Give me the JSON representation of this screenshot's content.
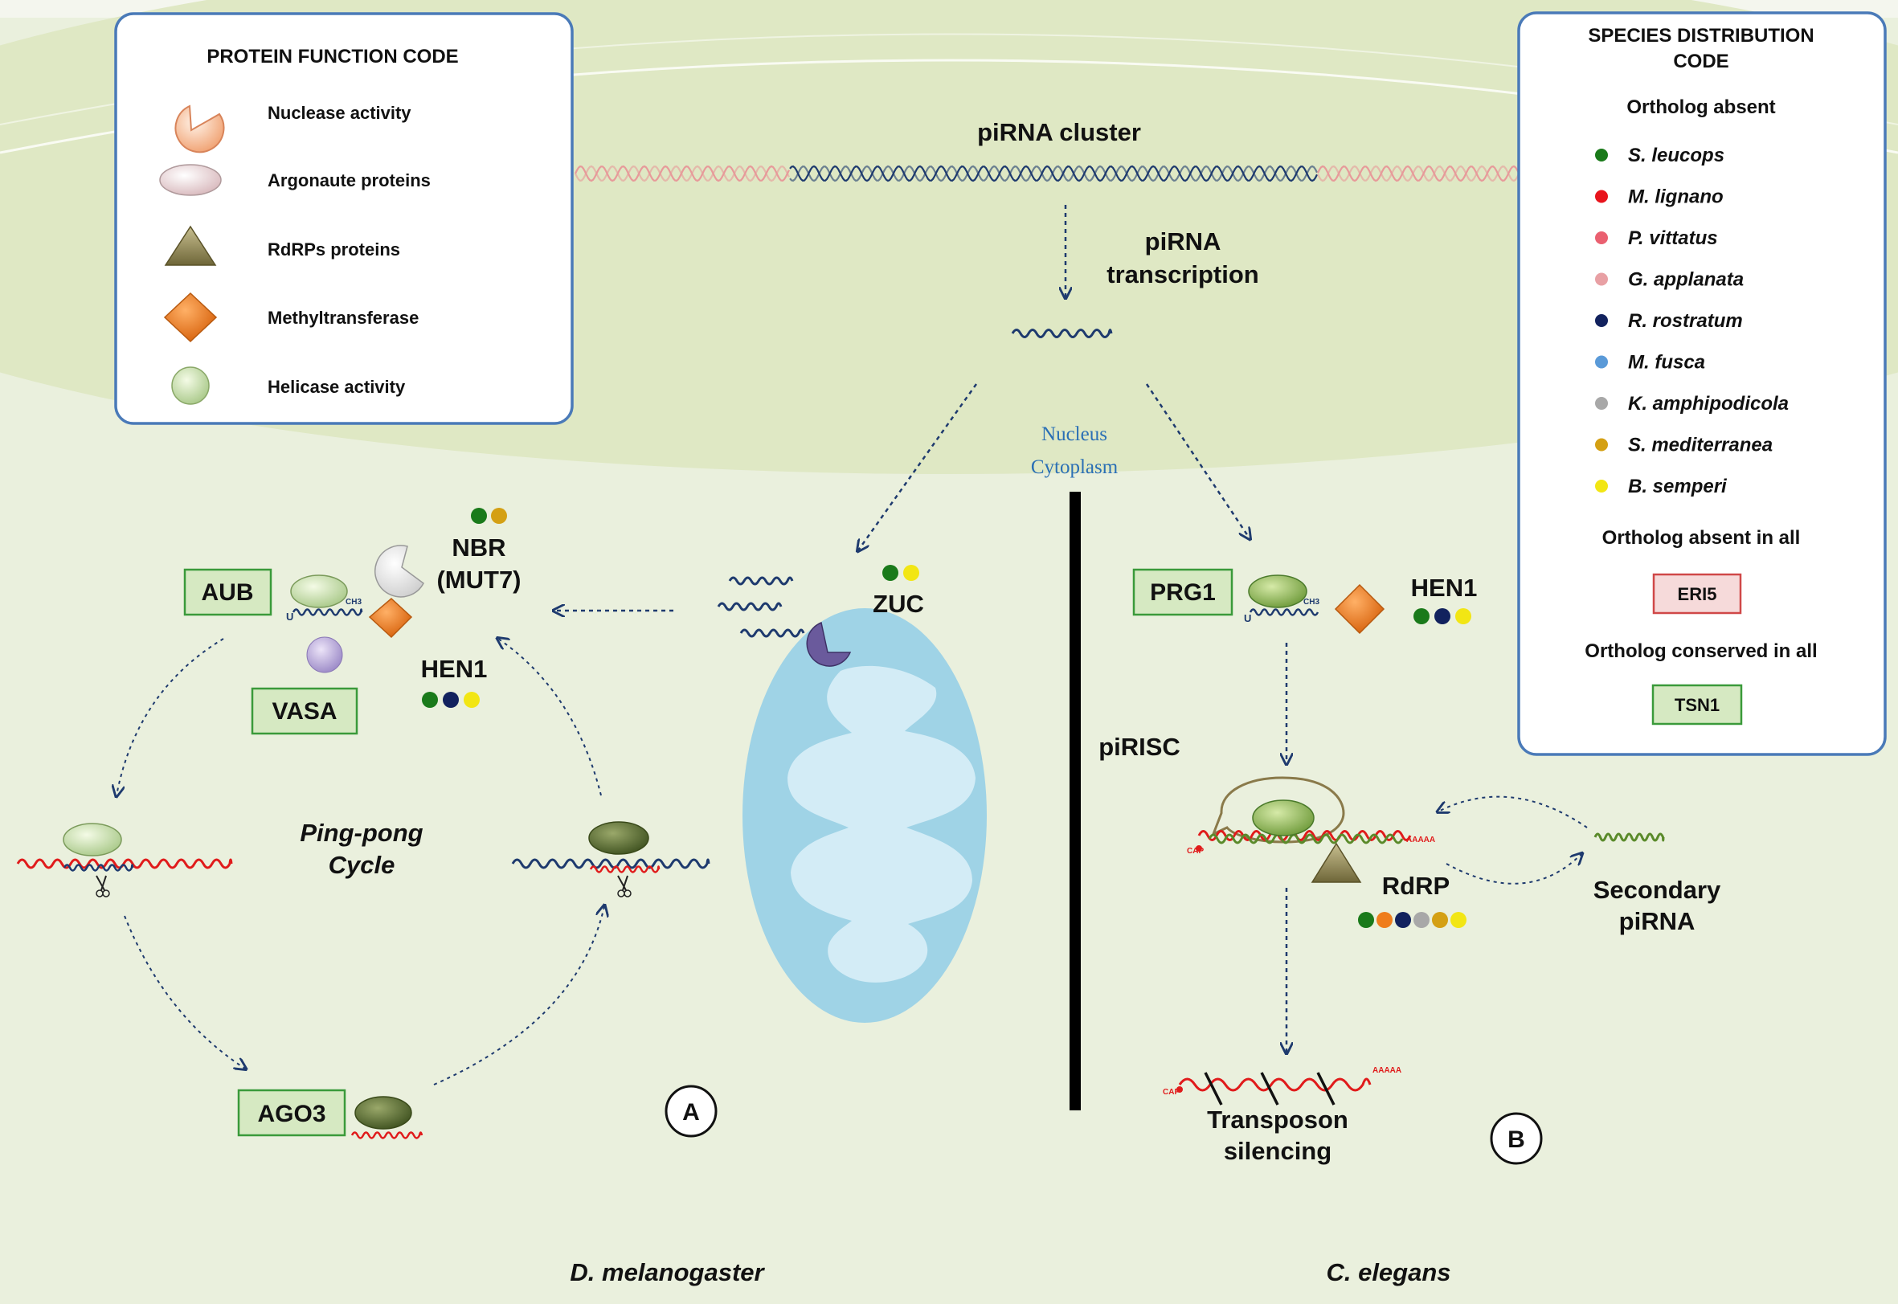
{
  "colors": {
    "nucleus": "#dfe8c4",
    "cytoplasm": "#e9efdc",
    "dna_blue": "#1e3a6e",
    "dna_pink": "#e79a9a",
    "rna_red": "#e01b1b",
    "box_fill": "#d6e9c2",
    "box_border": "#3a9a3a",
    "nuclease": "#f6c7a2",
    "argonaute": "#f0dede",
    "rdrp": "#8a8050",
    "methyltransferase": "#ef7d1c",
    "helicase": "#c9e0b0",
    "mito_outer": "#9fd3e6",
    "mito_inner": "#d3ecf6",
    "zuc": "#6a5a9c",
    "vasa": "#b6a6d6"
  },
  "protein_legend": {
    "title": "PROTEIN FUNCTION CODE",
    "items": [
      {
        "label": "Nuclease activity",
        "icon": "nuclease-icon"
      },
      {
        "label": "Argonaute proteins",
        "icon": "argonaute-icon"
      },
      {
        "label": "RdRPs proteins",
        "icon": "rdrp-icon"
      },
      {
        "label": "Methyltransferase",
        "icon": "methyltransferase-icon"
      },
      {
        "label": "Helicase activity",
        "icon": "helicase-icon"
      }
    ]
  },
  "species_legend": {
    "title_line1": "SPECIES DISTRIBUTION",
    "title_line2": "CODE",
    "absent_heading": "Ortholog absent",
    "species": [
      {
        "name": "S. leucops",
        "color": "#1a7a1a"
      },
      {
        "name": "M. lignano",
        "color": "#e8141c"
      },
      {
        "name": "P. vittatus",
        "color": "#ea6070"
      },
      {
        "name": "G. applanata",
        "color": "#e8a0a4"
      },
      {
        "name": "R. rostratum",
        "color": "#12225e"
      },
      {
        "name": "M. fusca",
        "color": "#5a9ad8"
      },
      {
        "name": "K. amphipodicola",
        "color": "#a8a8a8"
      },
      {
        "name": "S. mediterranea",
        "color": "#d4a014"
      },
      {
        "name": "B. semperi",
        "color": "#f2e614"
      }
    ],
    "absent_all_heading": "Ortholog absent in all",
    "absent_all_item": "ERI5",
    "conserved_all_heading": "Ortholog conserved in all",
    "conserved_all_item": "TSN1"
  },
  "labels": {
    "pirna_cluster": "piRNA cluster",
    "pirna_transcription_1": "piRNA",
    "pirna_transcription_2": "transcription",
    "nucleus": "Nucleus",
    "cytoplasm": "Cytoplasm",
    "zuc": "ZUC",
    "nbr_1": "NBR",
    "nbr_2": "(MUT7)",
    "aub": "AUB",
    "vasa": "VASA",
    "hen1_left": "HEN1",
    "pingpong_1": "Ping-pong",
    "pingpong_2": "Cycle",
    "ago3": "AGO3",
    "panel_a": "A",
    "prg1": "PRG1",
    "hen1_right": "HEN1",
    "pirisc": "piRISC",
    "rdrp": "RdRP",
    "secondary_1": "Secondary",
    "secondary_2": "piRNA",
    "transposon_1": "Transposon",
    "transposon_2": "silencing",
    "panel_b": "B",
    "dmel": "D. melanogaster",
    "celegans": "C. elegans",
    "cap": "CAP",
    "polya": "AAAAA",
    "u": "U",
    "ch3": "CH3"
  }
}
